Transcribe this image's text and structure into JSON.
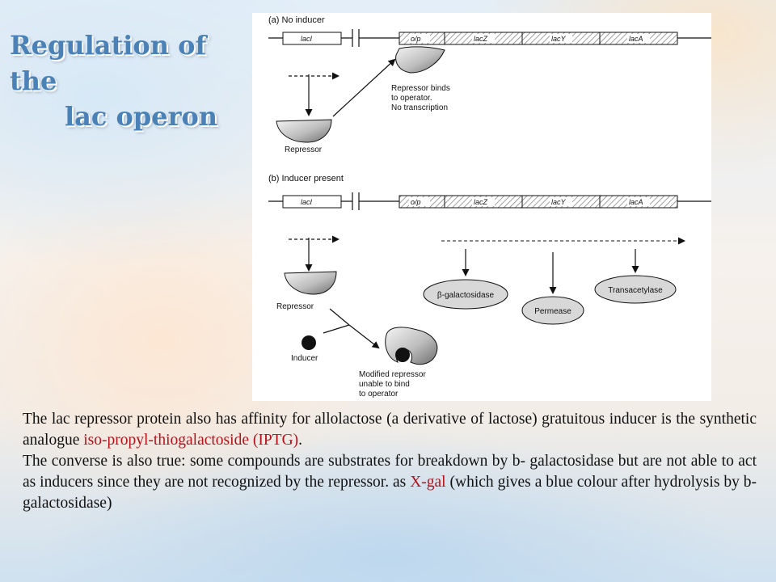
{
  "title": {
    "line1": "Regulation of the",
    "line2": "lac operon"
  },
  "diagram": {
    "panel_a": {
      "label": "(a) No inducer",
      "genes": {
        "lacI": "lacI",
        "op": "o/p",
        "lacZ": "lacZ",
        "lacY": "lacY",
        "lacA": "lacA"
      },
      "note_lines": [
        "Repressor binds",
        "to operator.",
        "No transcription"
      ],
      "repressor_label": "Repressor"
    },
    "panel_b": {
      "label": "(b) Inducer present",
      "genes": {
        "lacI": "lacI",
        "op": "o/p",
        "lacZ": "lacZ",
        "lacY": "lacY",
        "lacA": "lacA"
      },
      "repressor_label": "Repressor",
      "inducer_label": "Inducer",
      "modified_lines": [
        "Modified repressor",
        "unable to bind",
        "to operator"
      ],
      "enzymes": {
        "galactosidase": "β-galactosidase",
        "permease": "Permease",
        "transacetylase": "Transacetylase"
      }
    }
  },
  "body": {
    "p1_a": "The lac repressor protein also has affinity for allolactose (a derivative of lactose) gratuitous inducer is the synthetic analogue ",
    "p1_red": "iso-propyl-thiogalactoside (IPTG)",
    "p1_b": ".",
    "p2_a": "The converse is also true: some compounds are substrates for breakdown by b- galactosidase but are not able to act as inducers since they are not recognized by the repressor. as ",
    "p2_red": "X-gal",
    "p2_b": " (which gives a blue colour after hydrolysis by b- galactosidase)"
  },
  "colors": {
    "title": "#4a82b8",
    "highlight": "#b3121a"
  }
}
